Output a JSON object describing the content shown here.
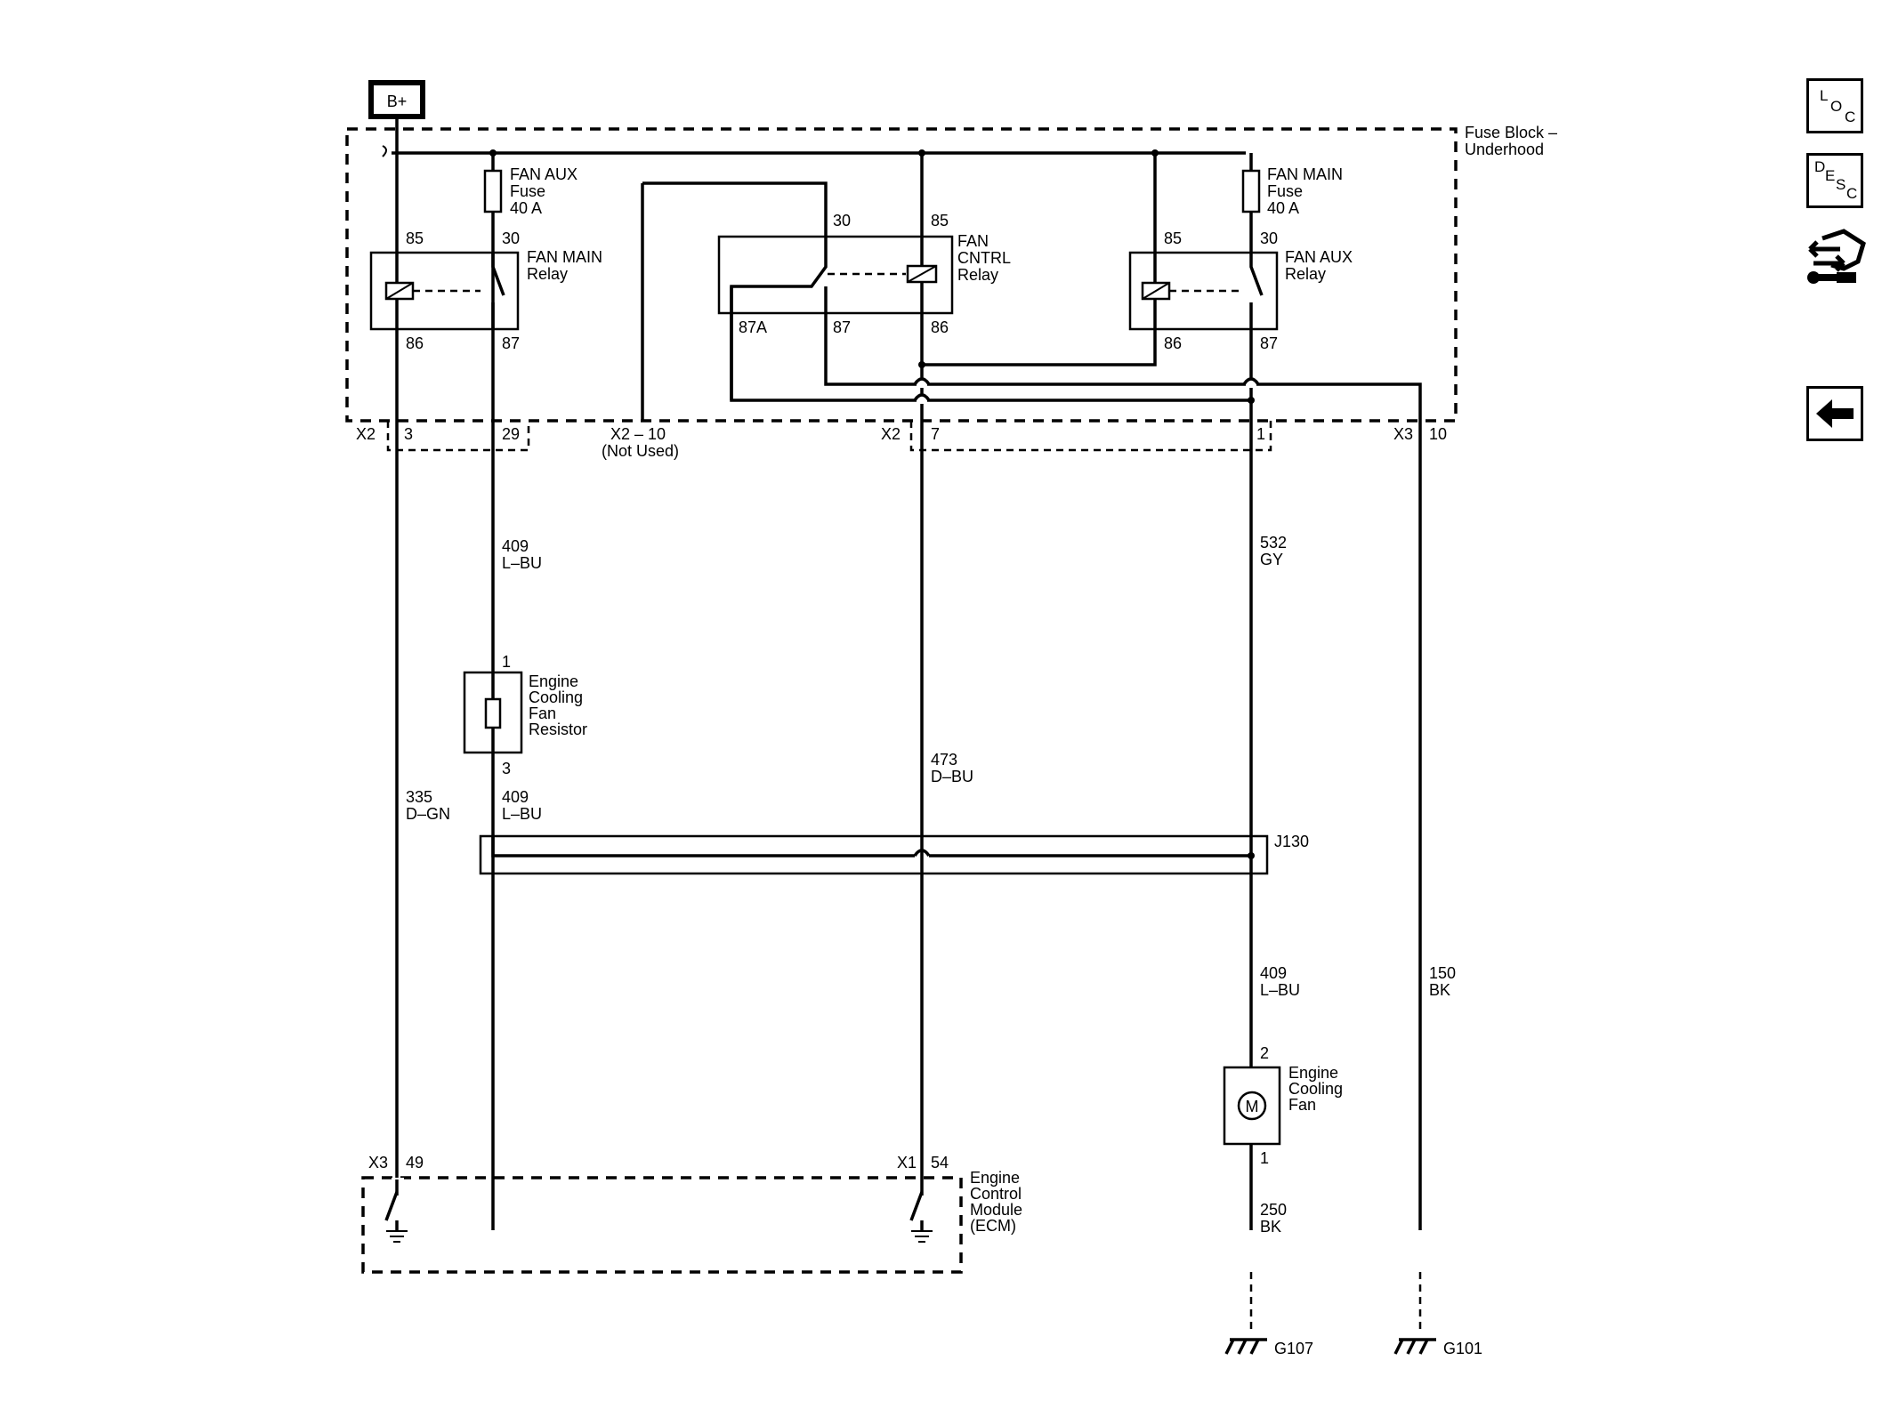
{
  "nav": {
    "loc": {
      "l1": "L",
      "l2": "O",
      "l3": "C"
    },
    "desc": {
      "l1": "D",
      "l2": "E",
      "l3": "S",
      "l4": "C"
    },
    "tools_icon": "connector-tool-icon",
    "back_icon": "arrow-left-icon"
  },
  "diagram": {
    "power": "B+",
    "fuse_block": {
      "line1": "Fuse Block –",
      "line2": "Underhood"
    },
    "fan_aux_fuse": {
      "line1": "FAN AUX",
      "line2": "Fuse",
      "line3": "40 A"
    },
    "fan_main_fuse": {
      "line1": "FAN MAIN",
      "line2": "Fuse",
      "line3": "40 A"
    },
    "fan_main_relay": {
      "line1": "FAN MAIN",
      "line2": "Relay",
      "p85": "85",
      "p30": "30",
      "p86": "86",
      "p87": "87"
    },
    "fan_cntrl_relay": {
      "line1": "FAN",
      "line2": "CNTRL",
      "line3": "Relay",
      "p30": "30",
      "p85": "85",
      "p87a": "87A",
      "p87": "87",
      "p86": "86"
    },
    "fan_aux_relay": {
      "line1": "FAN AUX",
      "line2": "Relay",
      "p85": "85",
      "p30": "30",
      "p86": "86",
      "p87": "87"
    },
    "connectors": {
      "x2_left": "X2",
      "x2_left_pin3": "3",
      "x2_left_pin29": "29",
      "x2_10": "X2 – 10",
      "not_used": "(Not Used)",
      "x2_mid": "X2",
      "x2_mid_pin7": "7",
      "x2_mid_pin1": "1",
      "x3_right": "X3",
      "x3_right_pin10": "10"
    },
    "wires": {
      "w409a_num": "409",
      "w409a_color": "L–BU",
      "w532_num": "532",
      "w532_color": "GY",
      "w335_num": "335",
      "w335_color": "D–GN",
      "w409b_num": "409",
      "w409b_color": "L–BU",
      "w473_num": "473",
      "w473_color": "D–BU",
      "w409c_num": "409",
      "w409c_color": "L–BU",
      "w150_num": "150",
      "w150_color": "BK",
      "w250_num": "250",
      "w250_color": "BK"
    },
    "resistor": {
      "line1": "Engine",
      "line2": "Cooling",
      "line3": "Fan",
      "line4": "Resistor",
      "pin1": "1",
      "pin3": "3"
    },
    "splice": "J130",
    "fan_motor": {
      "line1": "Engine",
      "line2": "Cooling",
      "line3": "Fan",
      "symbol": "M",
      "pin2": "2",
      "pin1": "1"
    },
    "ecm": {
      "line1": "Engine",
      "line2": "Control",
      "line3": "Module",
      "line4": "(ECM)",
      "x3": "X3",
      "pin49": "49",
      "x1": "X1",
      "pin54": "54"
    },
    "grounds": {
      "g107": "G107",
      "g101": "G101"
    }
  }
}
